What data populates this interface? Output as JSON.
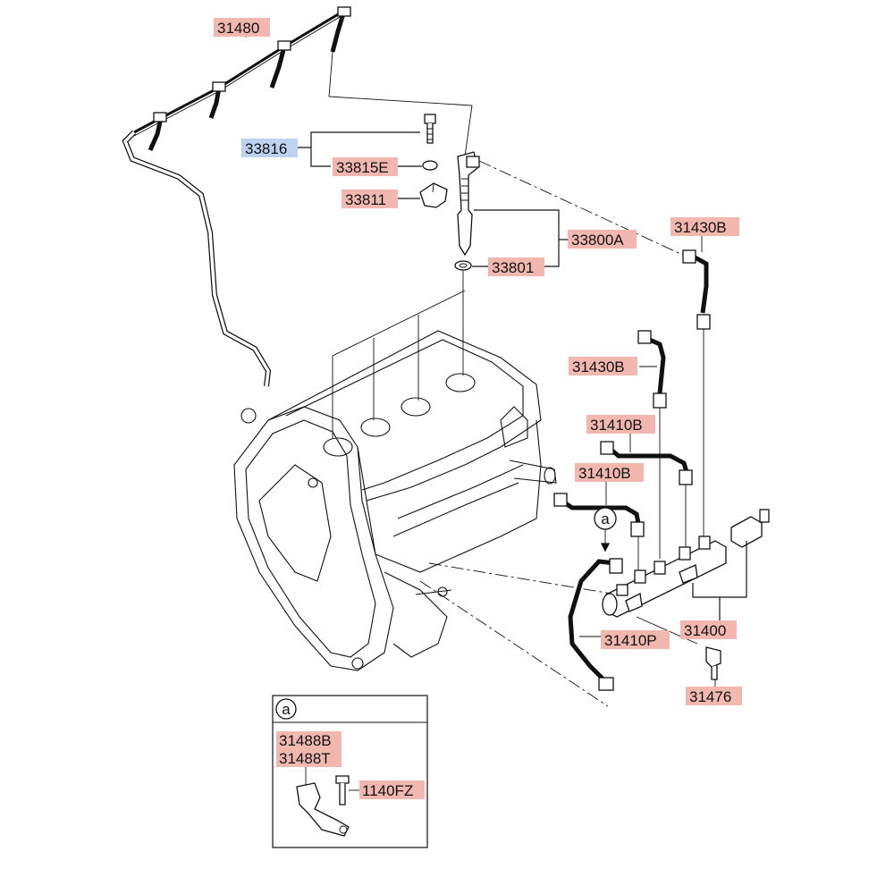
{
  "labels": {
    "l31480": "31480",
    "l33816": "33816",
    "l33815E": "33815E",
    "l33811": "33811",
    "l33800A": "33800A",
    "l33801": "33801",
    "l31430B_top": "31430B",
    "l31430B_mid": "31430B",
    "l31410B_a": "31410B",
    "l31410B_b": "31410B",
    "l31410P": "31410P",
    "l31400": "31400",
    "l31476": "31476",
    "l31488B": "31488B",
    "l31488T": "31488T",
    "l1140FZ": "1140FZ",
    "callout_a": "a",
    "inset_a": "a"
  },
  "colors": {
    "part_highlight": "#f2b8b0",
    "selected_highlight": "#bcd2ee",
    "line": "#111111"
  }
}
